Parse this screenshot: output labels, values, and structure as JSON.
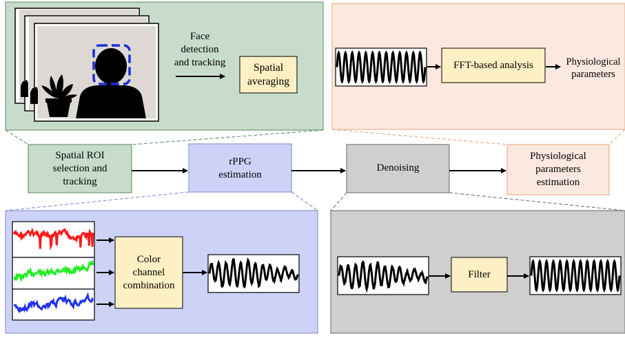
{
  "colors": {
    "green_fill": "#c8dccb",
    "green_stroke": "#6c9a74",
    "peach_fill": "#fbe9df",
    "peach_stroke": "#e8b08c",
    "blue_fill": "#cdd3f7",
    "blue_stroke": "#8d97d8",
    "gray_fill": "#cfcfcf",
    "gray_stroke": "#7c7c7c",
    "yellow_fill": "#fdf0c4",
    "roi_blue": "#1a2fd6",
    "signal_red": "#ff1a1a",
    "signal_green": "#22ee22",
    "signal_blue": "#2233ee"
  },
  "pipeline": {
    "roi": "Spatial ROI\nselection and\ntracking",
    "rppg": "rPPG\nestimation",
    "denoise": "Denoising",
    "phys": "Physiological\nparameters\nestimation"
  },
  "roi_panel": {
    "face_step": "Face\ndetection\nand tracking",
    "spatial": "Spatial\naveraging"
  },
  "phys_panel": {
    "fft": "FFT-based analysis",
    "output": "Physiological\nparameters"
  },
  "rppg_panel": {
    "combine": "Color\nchannel\ncombination"
  },
  "denoise_panel": {
    "filter": "Filter"
  },
  "icons": [
    "video-frames-icon",
    "person-icon",
    "plant-icon",
    "face-roi-icon"
  ]
}
